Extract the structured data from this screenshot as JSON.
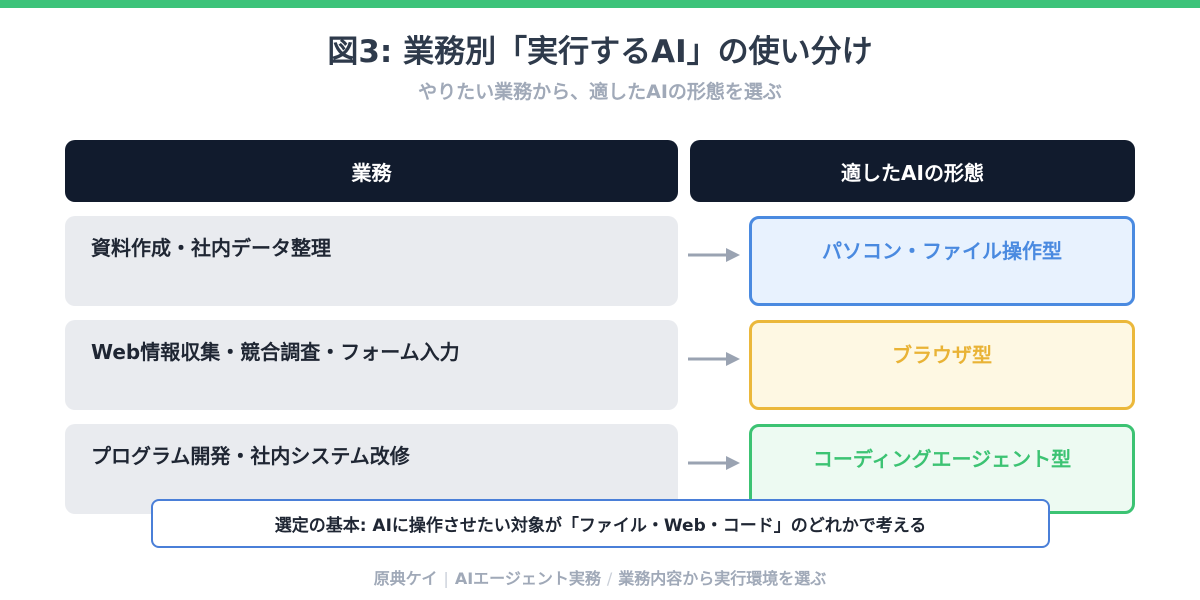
{
  "title": "図3: 業務別「実行するAI」の使い分け",
  "subtitle": "やりたい業務から、適したAIの形態を選ぶ",
  "headers": {
    "task": "業務",
    "ai_type": "適したAIの形態"
  },
  "rows": [
    {
      "task": "資料作成・社内データ整理",
      "ai_type": "パソコン・ファイル操作型",
      "color": "#4a8ae0"
    },
    {
      "task": "Web情報収集・競合調査・フォーム入力",
      "ai_type": "ブラウザ型",
      "color": "#ebb83b"
    },
    {
      "task": "プログラム開発・社内システム改修",
      "ai_type": "コーディングエージェント型",
      "color": "#3cc373"
    }
  ],
  "note": "選定の基本: AIに操作させたい対象が「ファイル・Web・コード」のどれかで考える",
  "footer": {
    "author": "原典ケイ",
    "series": "AIエージェント実務",
    "topic": "業務内容から実行環境を選ぶ"
  },
  "colors": {
    "accent_bar": "#3dc37a",
    "header_bg": "#111b2d",
    "arrow": "#9aa3b2"
  }
}
